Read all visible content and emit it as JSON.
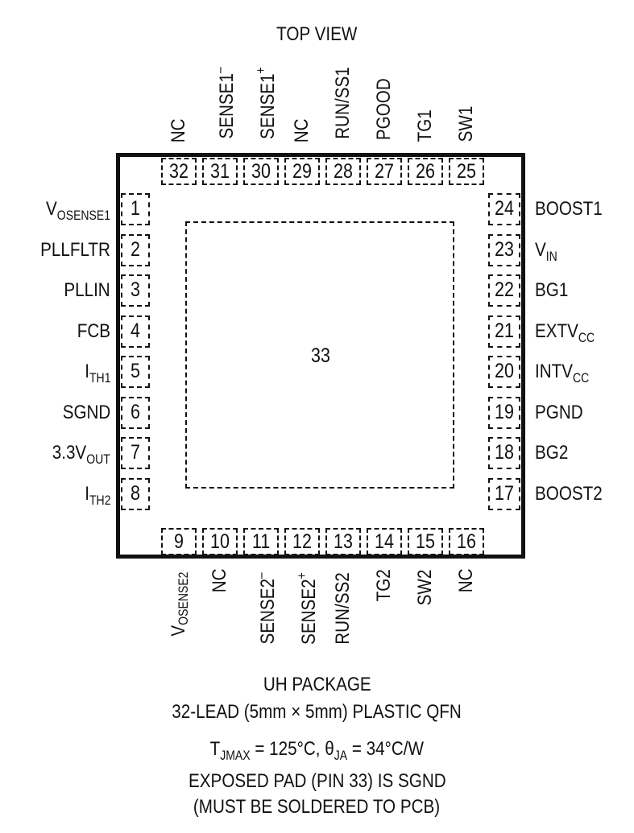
{
  "top_view": "TOP VIEW",
  "pins_left": [
    {
      "num": "1",
      "base": "V",
      "sub": "OSENSE1",
      "sup": "",
      "tail": ""
    },
    {
      "num": "2",
      "base": "PLLFLTR",
      "sub": "",
      "sup": "",
      "tail": ""
    },
    {
      "num": "3",
      "base": "PLLIN",
      "sub": "",
      "sup": "",
      "tail": ""
    },
    {
      "num": "4",
      "base": "FCB",
      "sub": "",
      "sup": "",
      "tail": ""
    },
    {
      "num": "5",
      "base": "I",
      "sub": "TH1",
      "sup": "",
      "tail": ""
    },
    {
      "num": "6",
      "base": "SGND",
      "sub": "",
      "sup": "",
      "tail": ""
    },
    {
      "num": "7",
      "base": "3.3V",
      "sub": "OUT",
      "sup": "",
      "tail": ""
    },
    {
      "num": "8",
      "base": "I",
      "sub": "TH2",
      "sup": "",
      "tail": ""
    }
  ],
  "pins_right": [
    {
      "num": "24",
      "base": "BOOST1",
      "sub": "",
      "sup": "",
      "tail": ""
    },
    {
      "num": "23",
      "base": "V",
      "sub": "IN",
      "sup": "",
      "tail": ""
    },
    {
      "num": "22",
      "base": "BG1",
      "sub": "",
      "sup": "",
      "tail": ""
    },
    {
      "num": "21",
      "base": "EXTV",
      "sub": "CC",
      "sup": "",
      "tail": ""
    },
    {
      "num": "20",
      "base": "INTV",
      "sub": "CC",
      "sup": "",
      "tail": ""
    },
    {
      "num": "19",
      "base": "PGND",
      "sub": "",
      "sup": "",
      "tail": ""
    },
    {
      "num": "18",
      "base": "BG2",
      "sub": "",
      "sup": "",
      "tail": ""
    },
    {
      "num": "17",
      "base": "BOOST2",
      "sub": "",
      "sup": "",
      "tail": ""
    }
  ],
  "pins_top": [
    {
      "num": "32",
      "base": "NC",
      "sub": "",
      "sup": ""
    },
    {
      "num": "31",
      "base": "SENSE1",
      "sub": "",
      "sup": "–"
    },
    {
      "num": "30",
      "base": "SENSE1",
      "sub": "",
      "sup": "+"
    },
    {
      "num": "29",
      "base": "NC",
      "sub": "",
      "sup": ""
    },
    {
      "num": "28",
      "base": "RUN/SS1",
      "sub": "",
      "sup": ""
    },
    {
      "num": "27",
      "base": "PGOOD",
      "sub": "",
      "sup": ""
    },
    {
      "num": "26",
      "base": "TG1",
      "sub": "",
      "sup": ""
    },
    {
      "num": "25",
      "base": "SW1",
      "sub": "",
      "sup": ""
    }
  ],
  "pins_bottom": [
    {
      "num": "9",
      "base": "V",
      "sub": "OSENSE2",
      "sup": ""
    },
    {
      "num": "10",
      "base": "NC",
      "sub": "",
      "sup": ""
    },
    {
      "num": "11",
      "base": "SENSE2",
      "sub": "",
      "sup": "–"
    },
    {
      "num": "12",
      "base": "SENSE2",
      "sub": "",
      "sup": "+"
    },
    {
      "num": "13",
      "base": "RUN/SS2",
      "sub": "",
      "sup": ""
    },
    {
      "num": "14",
      "base": "TG2",
      "sub": "",
      "sup": ""
    },
    {
      "num": "15",
      "base": "SW2",
      "sub": "",
      "sup": ""
    },
    {
      "num": "16",
      "base": "NC",
      "sub": "",
      "sup": ""
    }
  ],
  "exposed_pad_num": "33",
  "package_line1": "UH PACKAGE",
  "package_line2": "32-LEAD (5mm × 5mm) PLASTIC QFN",
  "thermal": {
    "t": "T",
    "t_sub": "JMAX",
    "mid": " = 125°C, θ",
    "theta_sub": "JA",
    "end": " = 34°C/W"
  },
  "note_line1": "EXPOSED PAD (PIN 33) IS SGND",
  "note_line2": "(MUST BE SOLDERED TO PCB)"
}
